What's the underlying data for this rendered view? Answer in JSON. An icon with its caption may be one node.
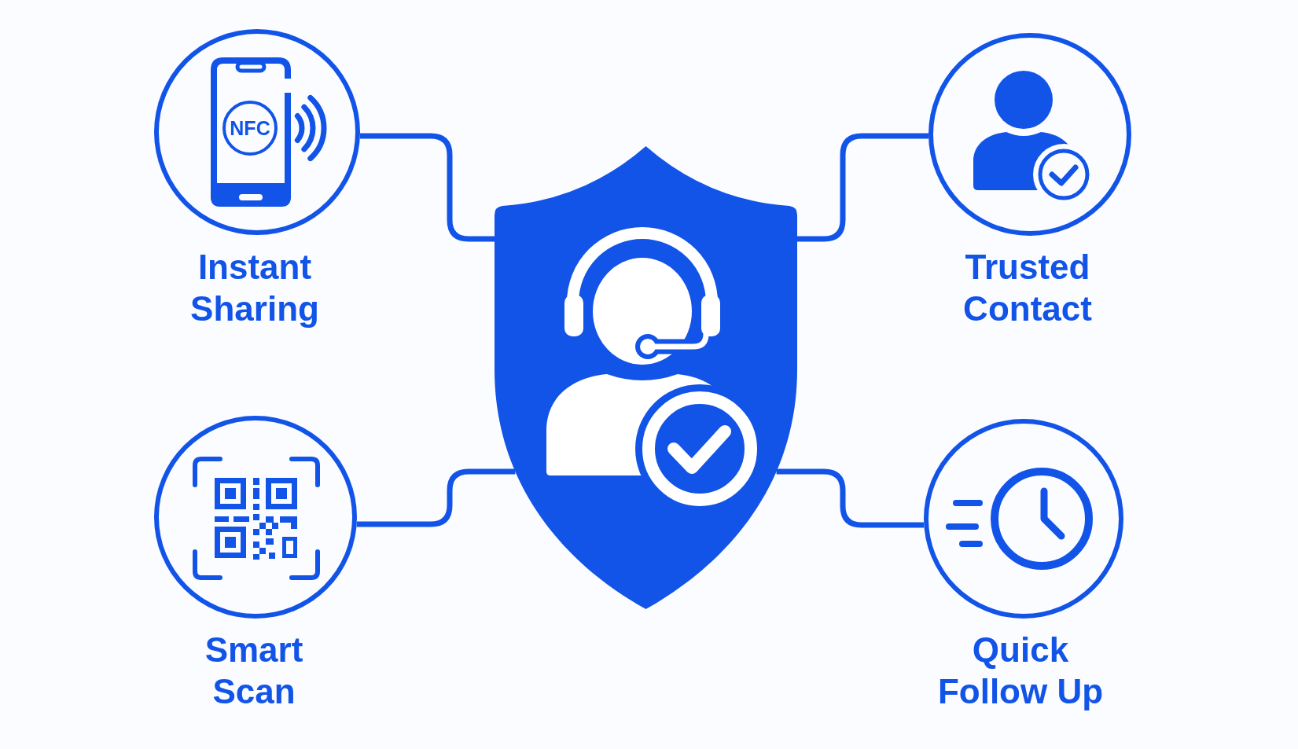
{
  "diagram": {
    "nodes": [
      {
        "text": [
          "NFC",
          "Instant Sharing"
        ]
      },
      {
        "text": [
          "Trusted Contact"
        ]
      },
      {
        "text": [],
        "shape": "shield"
      },
      {
        "text": [
          "Smart Scan"
        ]
      },
      {
        "text": [
          "Quick Follow Up"
        ]
      }
    ],
    "edges": [
      {
        "from": 2,
        "to": 0,
        "arrow": "none"
      },
      {
        "from": 2,
        "to": 1,
        "arrow": "none"
      },
      {
        "from": 2,
        "to": 3,
        "arrow": "none"
      },
      {
        "from": 2,
        "to": 4,
        "arrow": "none"
      }
    ]
  }
}
